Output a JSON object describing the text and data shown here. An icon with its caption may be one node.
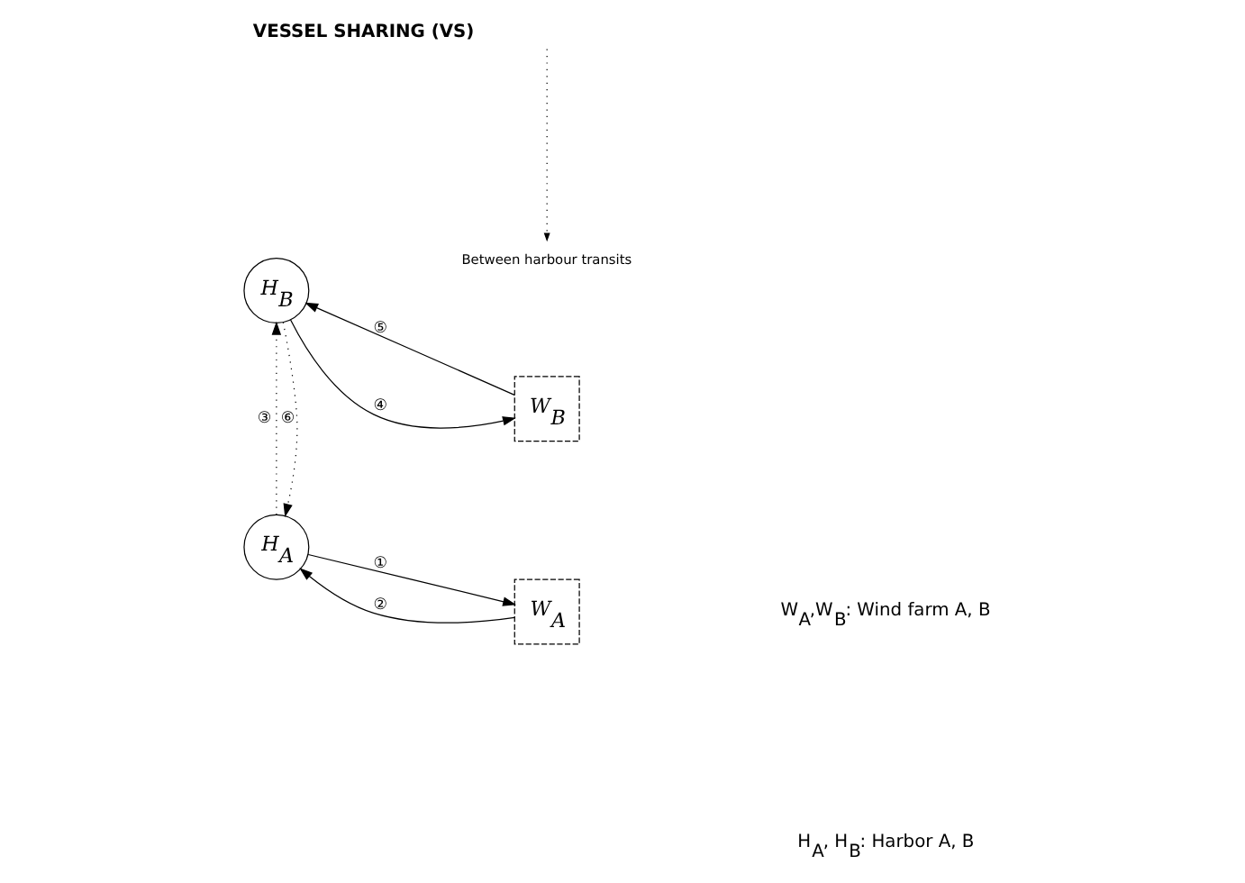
{
  "diagram": {
    "title": "VESSEL SHARING (VS)",
    "nodes": [
      {
        "text": [
          "H$_{A}$"
        ]
      },
      {
        "text": [
          "W$_{A}$"
        ]
      },
      {
        "text": [
          "H$_{B}$"
        ]
      },
      {
        "text": [
          "W$_{B}$"
        ]
      }
    ],
    "edges": [
      {
        "from": 0,
        "to": 1,
        "arrow": "to",
        "label": "①"
      },
      {
        "from": 1,
        "to": 0,
        "arrow": "to",
        "label": "②"
      },
      {
        "from": 0,
        "to": 2,
        "arrow": "to",
        "label": "③",
        "style": "dashed"
      },
      {
        "from": 2,
        "to": 3,
        "arrow": "to",
        "label": "④"
      },
      {
        "from": 3,
        "to": 2,
        "arrow": "to",
        "label": "⑤"
      },
      {
        "from": 2,
        "to": 0,
        "arrow": "to",
        "label": "⑥",
        "style": "dashed"
      }
    ],
    "labels": [
      "W$_{A}$,W$_{B}$: Wind farm A, B",
      "H$_{A}$, H$_{B}$: Harbor A, B"
    ],
    "legend": [
      {
        "text": "Between harbour transits"
      }
    ]
  }
}
